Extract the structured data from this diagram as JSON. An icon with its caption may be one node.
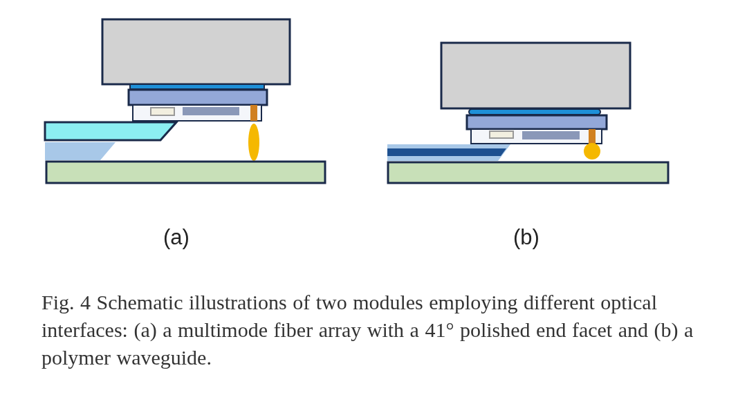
{
  "diagram": {
    "caption": "Fig. 4 Schematic illustrations of two modules employing different optical interfaces: (a) a multimode fiber array with a 41° polished end facet and (b) a polymer waveguide.",
    "labels": [
      "(a)",
      "(b)"
    ]
  }
}
